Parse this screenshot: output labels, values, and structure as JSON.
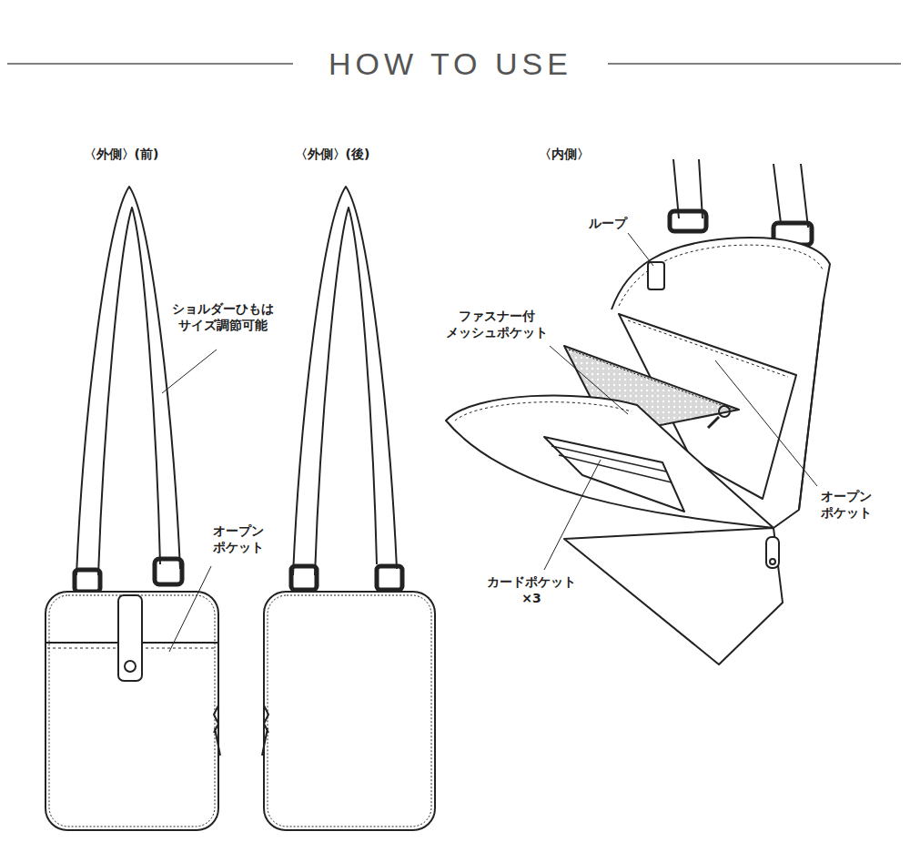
{
  "diagram": {
    "title": "HOW TO USE",
    "labels": [
      "〈外側〉(前)",
      "〈外側〉(後)",
      "〈内側〉",
      "ショルダーひもは サイズ調節可能",
      "オープン ポケット",
      "ループ",
      "ファスナー付 メッシュポケット",
      "オープン ポケット",
      "カードポケット ×3"
    ]
  }
}
